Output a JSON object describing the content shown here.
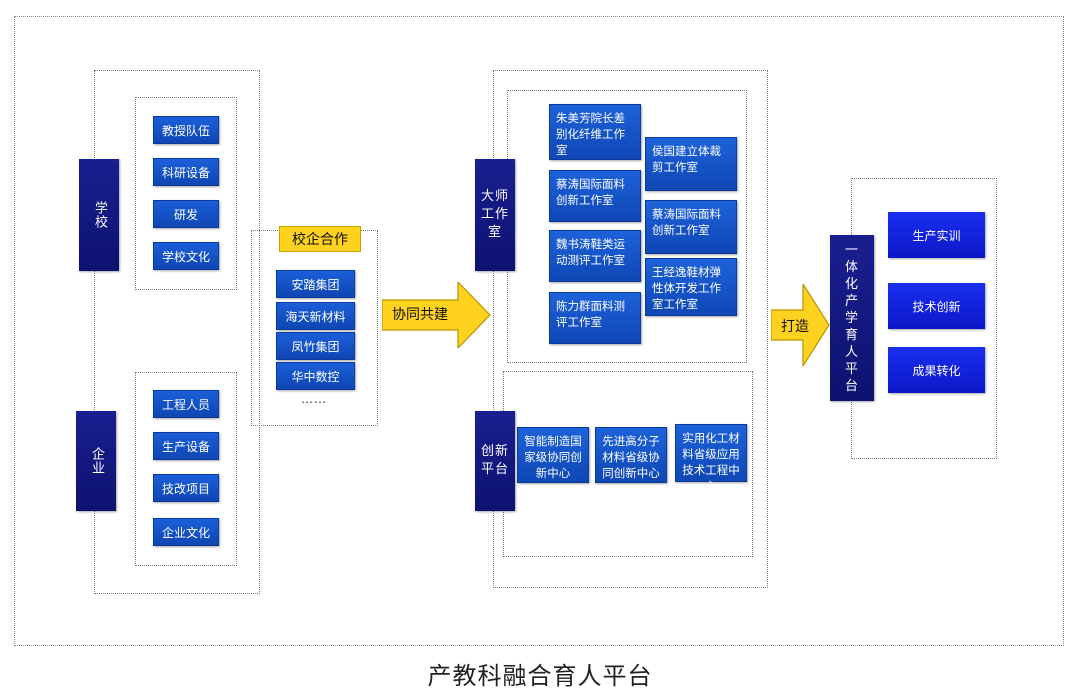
{
  "left": {
    "school_label": "学校",
    "school_items": [
      "教授队伍",
      "科研设备",
      "研发",
      "学校文化"
    ],
    "enterprise_label": "企业",
    "enterprise_items": [
      "工程人员",
      "生产设备",
      "技改项目",
      "企业文化"
    ]
  },
  "coop": {
    "title": "校企合作",
    "companies": [
      "安踏集团",
      "海天新材料",
      "凤竹集团",
      "华中数控"
    ],
    "more": "……"
  },
  "arrows": {
    "first": "协同共建",
    "second": "打造"
  },
  "middle": {
    "master_label": "大师工作室",
    "studios": [
      "朱美芳院长差别化纤维工作室",
      "侯国建立体裁剪工作室",
      "蔡涛国际面料创新工作室",
      "蔡涛国际面料创新工作室",
      "魏书涛鞋类运动测评工作室",
      "王经逸鞋材弹性体开发工作室工作室",
      "陈力群面料测评工作室"
    ],
    "innovation_label": "创新平台",
    "centers": [
      "智能制造国家级协同创新中心",
      "先进高分子材料省级协同创新中心",
      "实用化工材料省级应用技术工程中心"
    ]
  },
  "right": {
    "platform_label": "一体化产学育人平台",
    "outcomes": [
      "生产实训",
      "技术创新",
      "成果转化"
    ]
  },
  "caption": "产教科融合育人平台",
  "colors": {
    "dark_navy": "#0d1270",
    "card_blue": "#1565d8",
    "bright_blue": "#1222e0",
    "yellow": "#ffd21f"
  }
}
